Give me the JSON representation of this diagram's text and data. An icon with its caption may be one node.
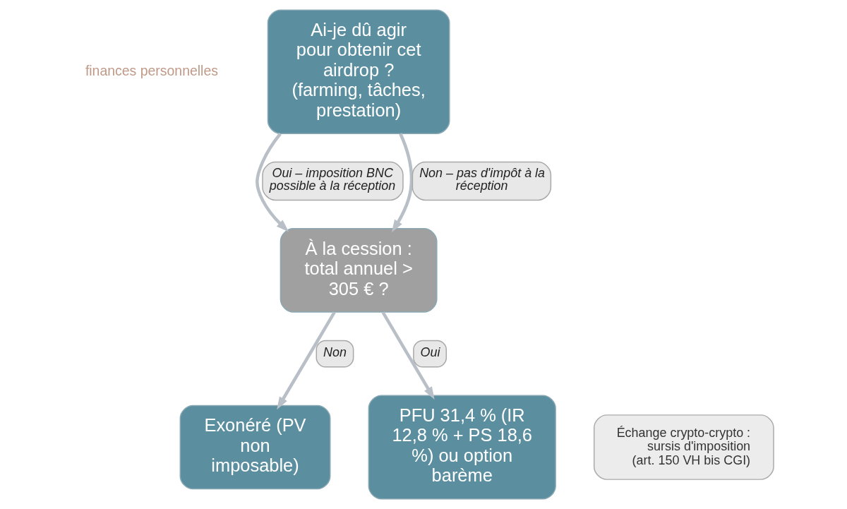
{
  "diagram": {
    "nodes": [
      {
        "text": [
          "Ai-je dû agir pour obtenir cet airdrop ? (farming, tâches, prestation)"
        ]
      },
      {
        "text": [
          "À la cession : total annuel > 305 € ?"
        ]
      },
      {
        "text": [
          "Exonéré (PV non imposable)"
        ]
      },
      {
        "text": [
          "PFU 31,4 % (IR 12,8 % + PS 18,6 %) ou option barème"
        ]
      },
      {
        "text": [
          "Échange crypto-crypto : sursis d'imposition (art. 150 VH bis CGI)"
        ]
      }
    ],
    "edges": [
      {
        "from": 0,
        "to": 1,
        "arrow": "to",
        "label": "Oui – imposition BNC possible à la réception"
      },
      {
        "from": 0,
        "to": 1,
        "arrow": "to",
        "label": "Non – pas d'impôt à la réception"
      },
      {
        "from": 1,
        "to": 2,
        "arrow": "to",
        "label": "Non"
      },
      {
        "from": 1,
        "to": 3,
        "arrow": "to",
        "label": "Oui"
      }
    ],
    "labels": [
      "finances personnelles"
    ]
  }
}
